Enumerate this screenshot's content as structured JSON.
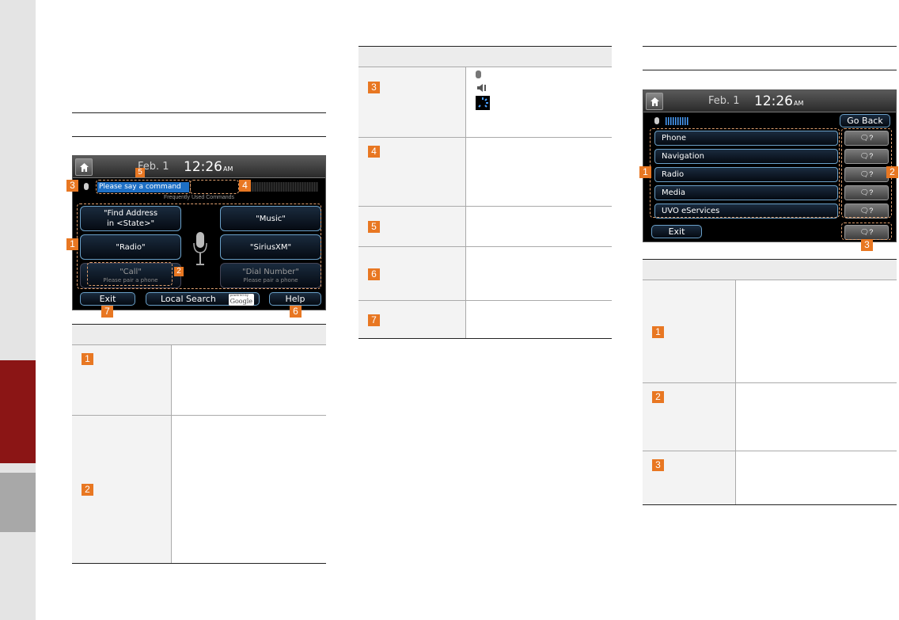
{
  "left_screen": {
    "date": "Feb.  1",
    "time": "12:26",
    "ampm": "AM",
    "prompt": "Please say a command",
    "caption": "Frequently Used Commands",
    "bubbles": [
      {
        "label": "\"Find Address\nin <State>\""
      },
      {
        "label": "\"Music\""
      },
      {
        "label": "\"Radio\""
      },
      {
        "label": "\"SiriusXM\""
      },
      {
        "label": "\"Call\"",
        "sub": "Please pair a phone"
      },
      {
        "label": "\"Dial Number\"",
        "sub": "Please pair a phone"
      }
    ],
    "buttons": {
      "exit": "Exit",
      "local_search": "Local Search",
      "powered": "powered by",
      "google": "Google",
      "help": "Help"
    },
    "badges": [
      "1",
      "2",
      "3",
      "4",
      "5",
      "6",
      "7"
    ]
  },
  "table_left": {
    "rows": [
      "1",
      "2"
    ]
  },
  "table_middle": {
    "rows": [
      "3",
      "4",
      "5",
      "6",
      "7"
    ]
  },
  "right_screen": {
    "date": "Feb.  1",
    "time": "12:26",
    "ampm": "AM",
    "go_back": "Go Back",
    "items": [
      "Phone",
      "Navigation",
      "Radio",
      "Media",
      "UVO eServices"
    ],
    "exit": "Exit",
    "badges": [
      "1",
      "2",
      "3"
    ]
  },
  "table_right": {
    "rows": [
      "1",
      "2",
      "3"
    ]
  },
  "colors": {
    "accent": "#e87722",
    "tab_red": "#8b1515",
    "tab_gray": "#a8a8a8",
    "sidebar": "#e4e4e4"
  }
}
